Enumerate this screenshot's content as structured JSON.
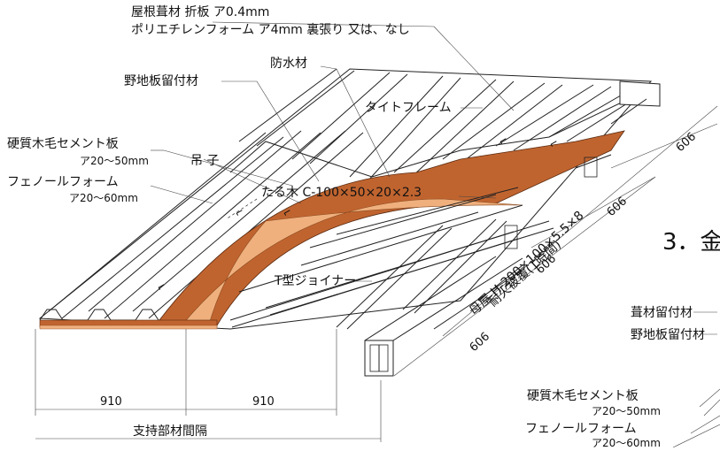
{
  "labels": {
    "roof_material": "屋根葺材 折板 ア0.4mm",
    "poly_foam": "ポリエチレンフォーム ア4mm 裏張り 又は、なし",
    "waterproof": "防水材",
    "board_fixing": "野地板留付材",
    "tight_frame": "タイトフレーム",
    "cement_board": "硬質木毛セメント板",
    "cement_board_t": "ア20〜50mm",
    "hanger": "吊 子",
    "phenol_foam": "フェノールフォーム",
    "phenol_foam_t": "ア20〜60mm",
    "rafter": "たる木 C-100×50×20×2.3",
    "joiner": "T型ジョイナー",
    "purlin_1": "母屋 H-200×100×5.5×8",
    "purlin_2": "耐火被覆(1時間)",
    "section_no": "3．金",
    "right_fixing_1": "葺材留付材",
    "right_fixing_2": "野地板留付材",
    "right_cement_board": "硬質木毛セメント板",
    "right_cement_board_t": "ア20〜50mm",
    "right_phenol_foam": "フェノールフォーム",
    "right_phenol_foam_t": "ア20〜60mm",
    "span_label": "支持部材間隔"
  },
  "dimensions": {
    "span_1": "910",
    "span_2": "910",
    "pitch_top": "606",
    "pitch_mid": "606",
    "pitch_low": "606",
    "pitch_bottom": "606"
  },
  "colors": {
    "board": "#c0642f",
    "foam": "#efb07e",
    "line": "#222222"
  }
}
